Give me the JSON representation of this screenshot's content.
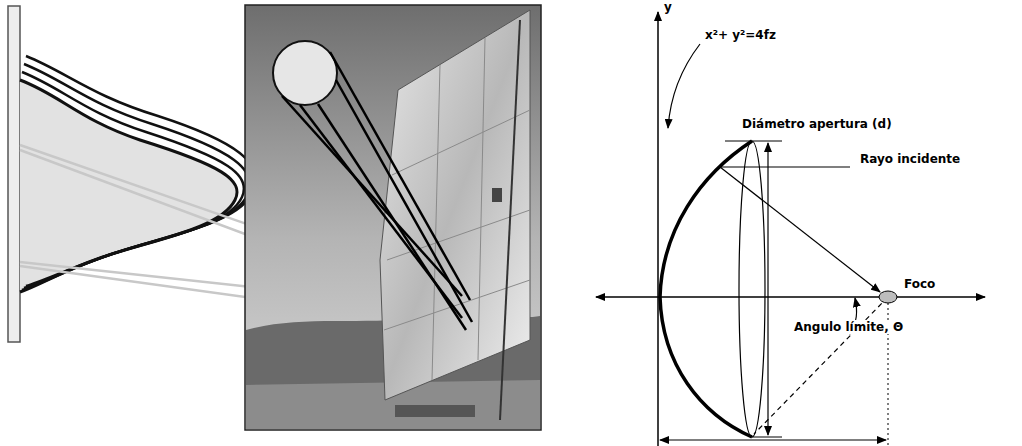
{
  "diagram": {
    "labels": [
      "y",
      "x²+ y²=4fz",
      "Diámetro apertura (d)",
      "Rayo incidente",
      "Foco",
      "Angulo límite, Θ"
    ]
  }
}
